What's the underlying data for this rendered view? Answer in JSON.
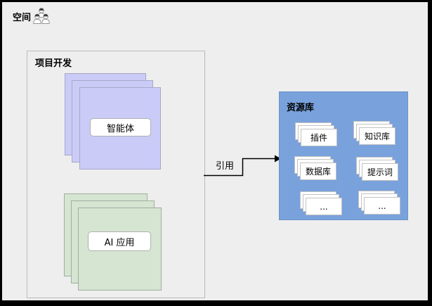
{
  "header": {
    "title": "空间"
  },
  "project_box": {
    "title": "项目开发",
    "agent_stack": {
      "label": "智能体",
      "fill": "#cbcbf8",
      "border": "#a8a8c8"
    },
    "app_stack": {
      "label": "AI 应用",
      "fill": "#d5e5d2",
      "border": "#9fae9f"
    }
  },
  "connector": {
    "label": "引用"
  },
  "resource_box": {
    "title": "资源库",
    "fill": "#79a1dc",
    "items": [
      {
        "label": "插件"
      },
      {
        "label": "知识库"
      },
      {
        "label": "数据库"
      },
      {
        "label": "提示词"
      },
      {
        "label": "..."
      },
      {
        "label": "..."
      }
    ]
  },
  "colors": {
    "background": "#eeeeee",
    "frame_border": "#000000",
    "card_background": "#ffffff",
    "card_border": "#c2c2c2"
  },
  "icons": {
    "workspace": "people-group-icon"
  }
}
